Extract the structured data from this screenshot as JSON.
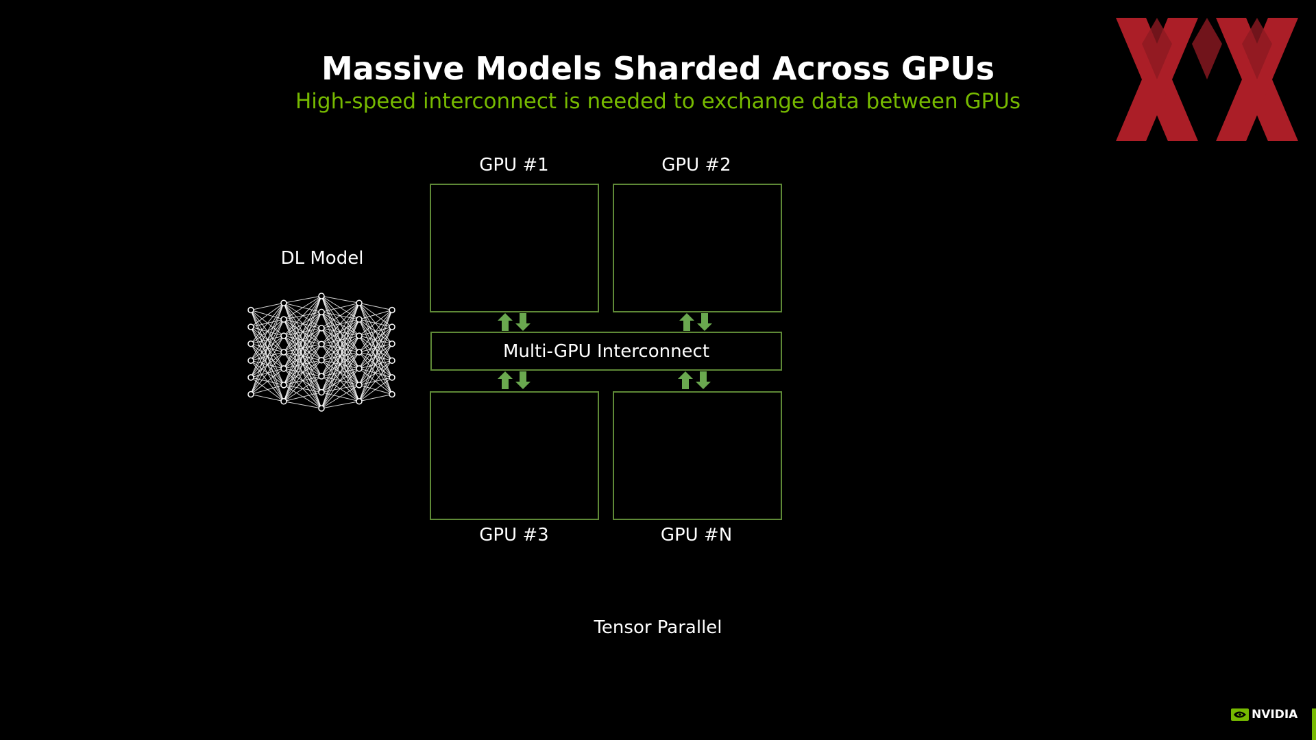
{
  "header": {
    "title": "Massive Models Sharded Across GPUs",
    "subtitle": "High-speed interconnect is needed to exchange data between GPUs"
  },
  "diagram": {
    "model_label": "DL Model",
    "gpus": [
      {
        "label": "GPU #1"
      },
      {
        "label": "GPU #2"
      },
      {
        "label": "GPU #3"
      },
      {
        "label": "GPU #N"
      }
    ],
    "interconnect_label": "Multi-GPU Interconnect",
    "caption": "Tensor Parallel"
  },
  "branding": {
    "vendor": "NVIDIA",
    "accent_color": "#76b900",
    "box_border_color": "#5f8a37",
    "arrow_color": "#6aa84f",
    "watermark_color": "#b5202a"
  },
  "icons": {
    "model": "neural-network-icon",
    "arrows": "up-down-arrows-icon",
    "watermark": "double-x-logo",
    "vendor_logo": "nvidia-eye-logo"
  }
}
